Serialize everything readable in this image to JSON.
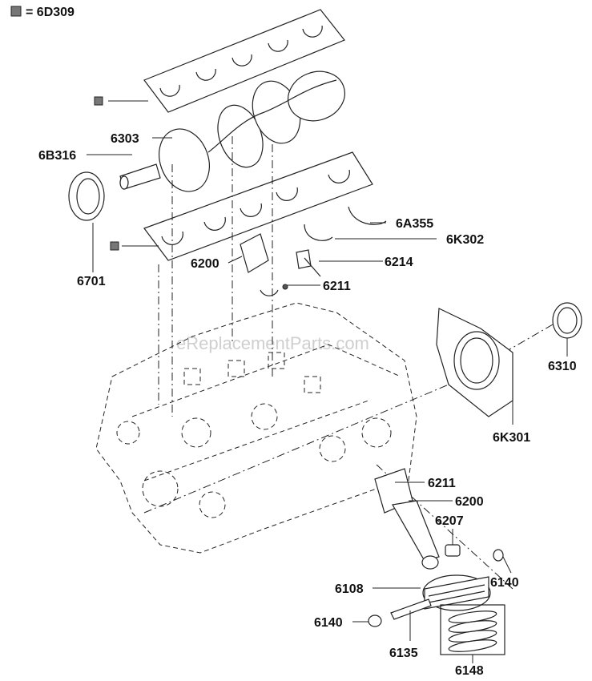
{
  "legend": {
    "symbol": "grid-square-icon",
    "text": "= 6D309"
  },
  "watermark": "eReplacementParts.com",
  "callouts": {
    "p6303": "6303",
    "p6B316": "6B316",
    "p6701": "6701",
    "p6A355": "6A355",
    "p6K302": "6K302",
    "p6214": "6214",
    "p6200a": "6200",
    "p6211a": "6211",
    "p6310": "6310",
    "p6K301": "6K301",
    "p6211b": "6211",
    "p6200b": "6200",
    "p6207": "6207",
    "p6140a": "6140",
    "p6108": "6108",
    "p6140b": "6140",
    "p6135": "6135",
    "p6148": "6148"
  }
}
